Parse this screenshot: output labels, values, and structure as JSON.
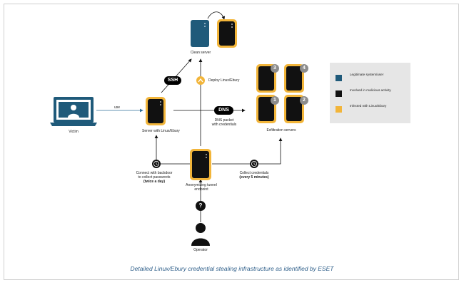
{
  "legend": {
    "items": [
      {
        "label": "Legitimate system/user",
        "color": "#1f5a7a"
      },
      {
        "label": "Involved in malicious activity",
        "color": "#111111"
      },
      {
        "label": "Infected with Linux/Ebury",
        "color": "#f2b53a"
      }
    ]
  },
  "nodes": {
    "victim": "Victim",
    "server": "Server with Linux/Ebury",
    "clean_server": "Clean server",
    "anon_tunnel": "Anonymizing tunnel endpoint",
    "exfil": "Exfiltration servers",
    "operator": "Operator",
    "exfil_numbers": [
      "3",
      "4",
      "1",
      "2"
    ],
    "question_mark": "?"
  },
  "edges": {
    "use": "use",
    "ssh": "SSH",
    "dns": "DNS",
    "dns_packet_1": "DNS packet",
    "dns_packet_2": "with credentials",
    "deploy": "Deploy Linux/Ebury",
    "connect_1": "Connect with backdoor",
    "connect_2": "to collect passwords",
    "connect_3": "(twice a day)",
    "collect_1": "Collect credentials",
    "collect_2": "(every 5 minutes)"
  },
  "caption": "Detailed Linux/Ebury credential stealing infrastructure as identified by ESET"
}
